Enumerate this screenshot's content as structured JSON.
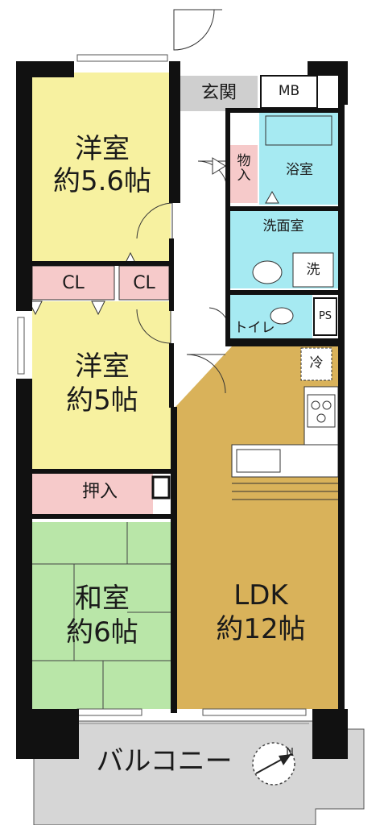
{
  "rooms": {
    "western1": {
      "name": "洋室",
      "size": "約5.6帖"
    },
    "western2": {
      "name": "洋室",
      "size": "約5帖"
    },
    "japanese": {
      "name": "和室",
      "size": "約6帖"
    },
    "ldk": {
      "name": "LDK",
      "size": "約12帖"
    },
    "entrance": "玄関",
    "mb": "MB",
    "storage": "物入",
    "bath": "浴室",
    "washroom": "洗面室",
    "washer": "洗",
    "toilet": "トイレ",
    "ps": "PS",
    "fridge": "冷",
    "closet1": "CL",
    "closet2": "CL",
    "oshiire": "押入",
    "balcony": "バルコニー"
  },
  "compass": "N",
  "colors": {
    "western": "#f7f1a0",
    "japanese": "#b9e6a8",
    "ldk": "#d9b25a",
    "closet": "#f6caca",
    "wet": "#a6eaf2",
    "entrance": "#cfcfcf",
    "balcony": "#d6d6d6",
    "wall": "#111111"
  }
}
